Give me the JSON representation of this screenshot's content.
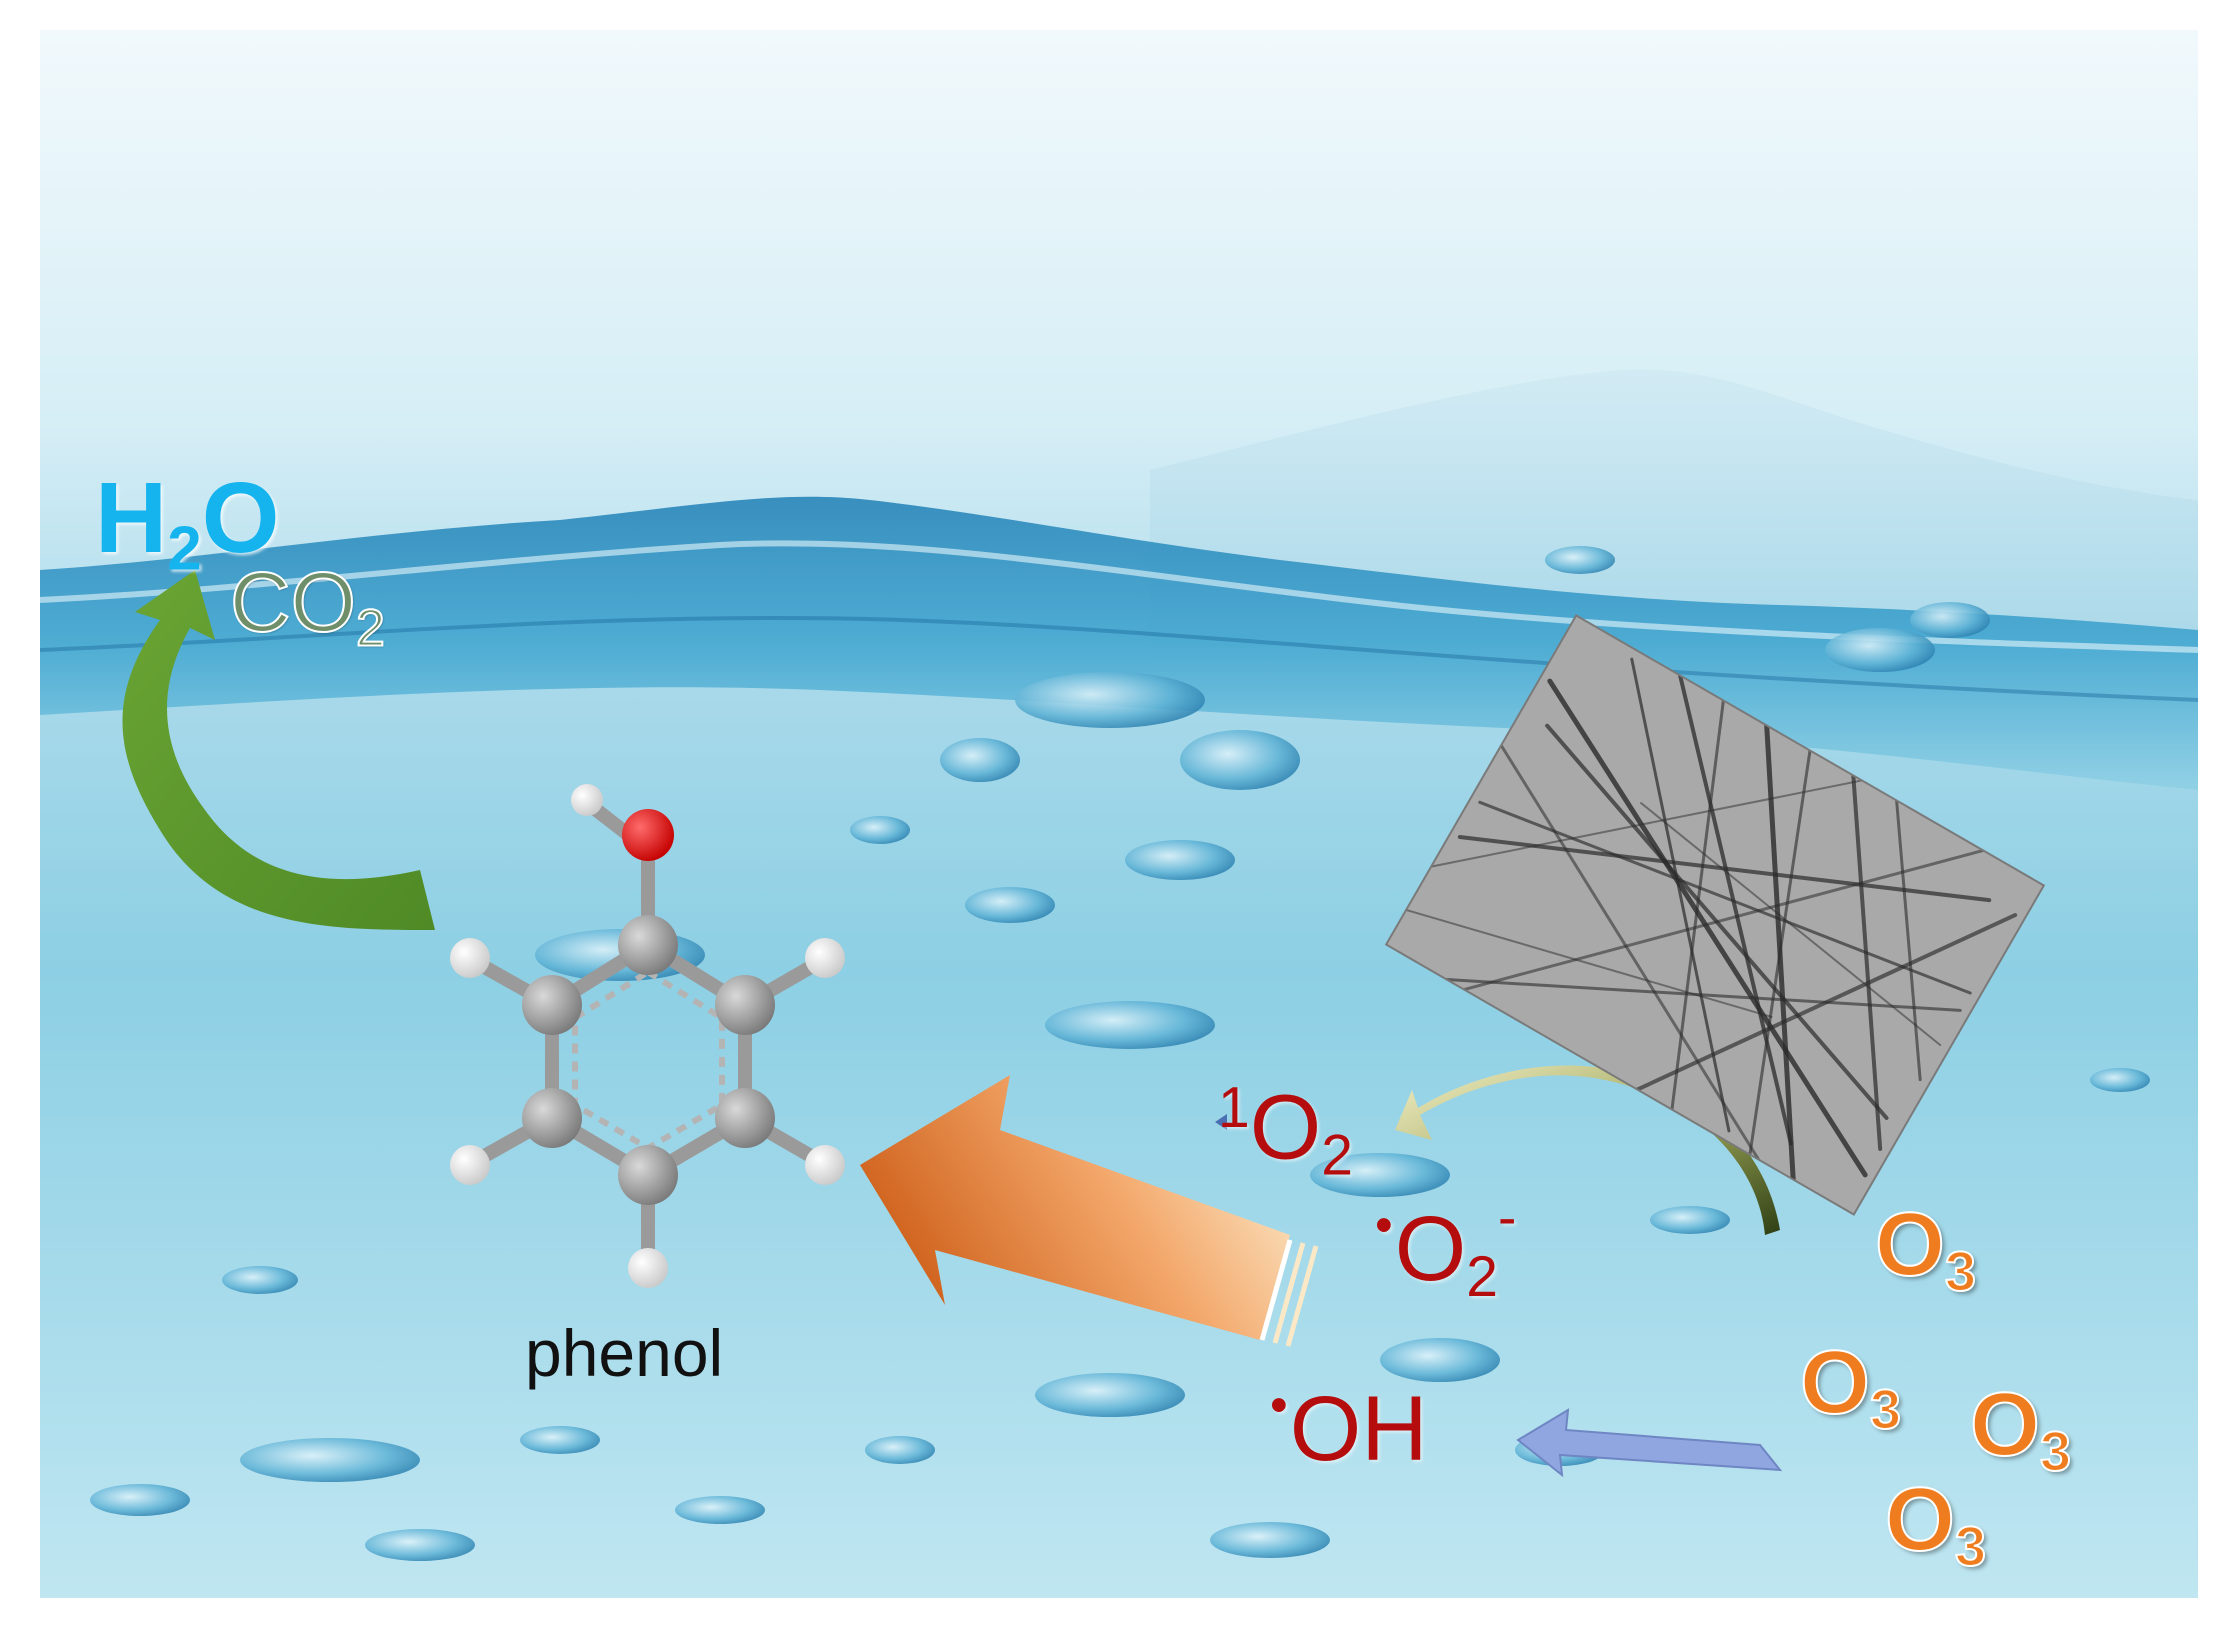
{
  "labels": {
    "product_water": {
      "base": "H",
      "sub": "2",
      "tail": "O"
    },
    "product_co2": {
      "base": "CO",
      "sub": "2"
    },
    "molecule_name": "phenol",
    "singlet_oxygen": {
      "pre": "1",
      "base": "O",
      "sub": "2"
    },
    "superoxide": {
      "dot": "•",
      "base": "O",
      "sub": "2",
      "charge": "-"
    },
    "hydroxyl": {
      "dot": "•",
      "base": "OH"
    },
    "ozone": [
      {
        "base": "O",
        "sub": "3"
      },
      {
        "base": "O",
        "sub": "3"
      },
      {
        "base": "O",
        "sub": "3"
      },
      {
        "base": "O",
        "sub": "3"
      }
    ]
  },
  "colors": {
    "water_top": "#eaf6fb",
    "water_mid": "#88cde2",
    "water_bottom": "#bfe7f2",
    "wave": "#2f8fc0",
    "h2o": "#15b4ee",
    "co2": "#6e8f6a",
    "radical": "#b50d0d",
    "ozone": "#ef7d1f",
    "green_arrow": "#5f9a2c",
    "orange_arrow": "#d66a1e",
    "olive_arrow": "#3a4b1c",
    "lavender_arrow": "#8fa6e0",
    "carbon": "#8c8c8c",
    "oxygen": "#e01515",
    "hydrogen": "#f2f2f2",
    "tem_background": "#a9a9a9"
  },
  "icons": {
    "molecule": "phenol-ball-and-stick",
    "inset": "tem-micrograph-nanotubes"
  }
}
